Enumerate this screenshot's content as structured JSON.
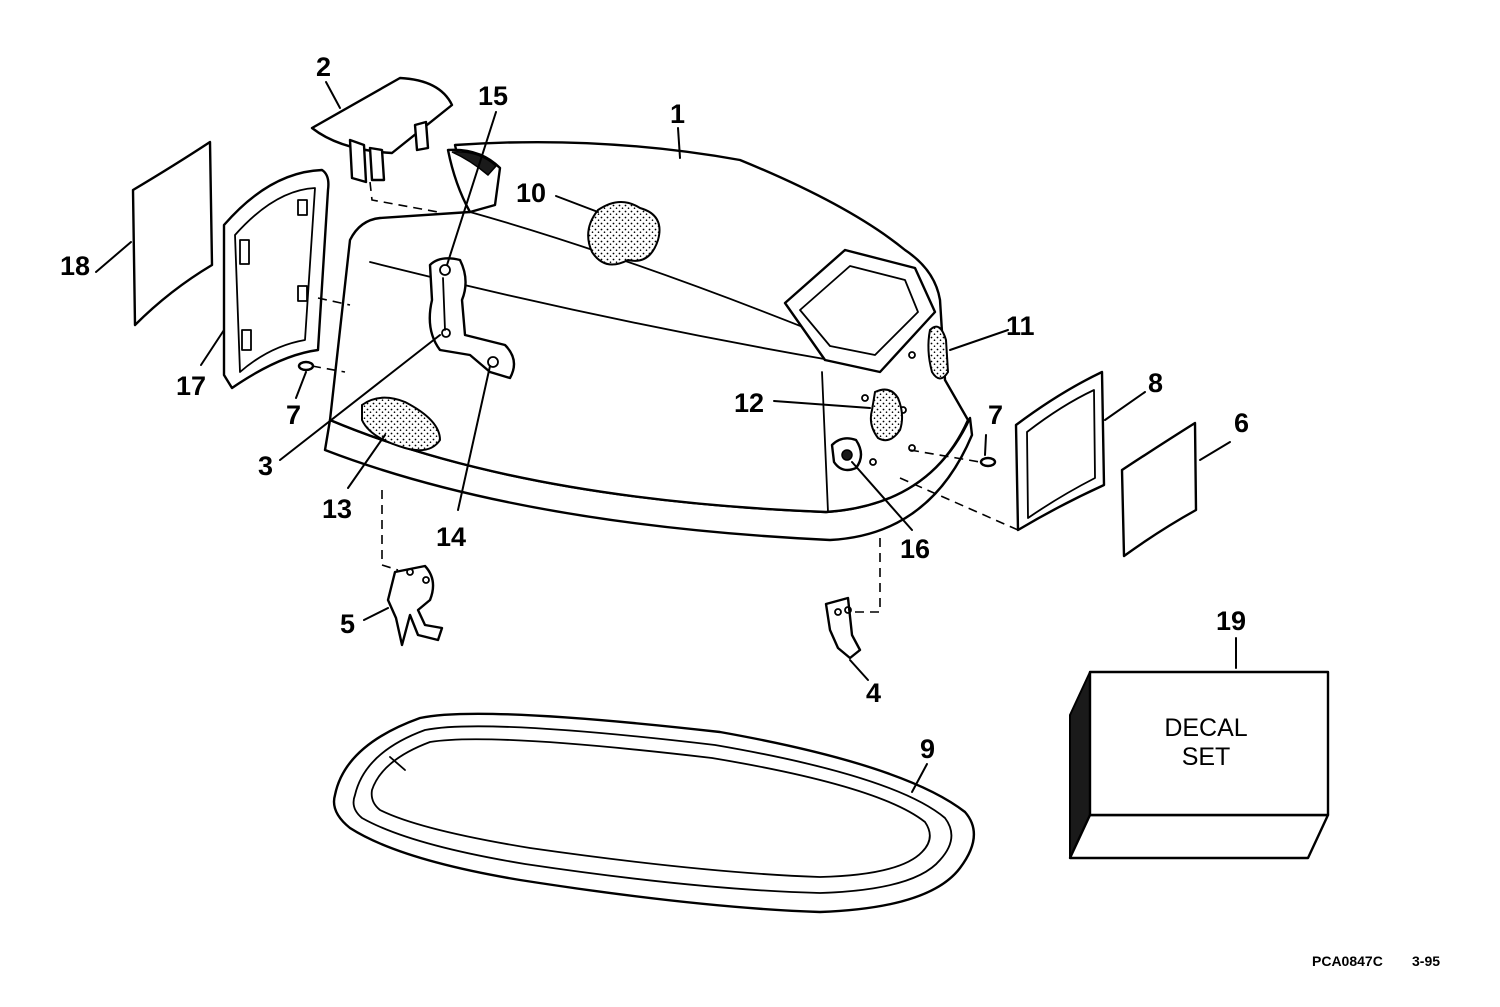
{
  "callouts": [
    "1",
    "2",
    "3",
    "4",
    "5",
    "6",
    "7",
    "7",
    "8",
    "9",
    "10",
    "11",
    "12",
    "13",
    "14",
    "15",
    "16",
    "17",
    "18",
    "19"
  ],
  "decal": {
    "line1": "DECAL",
    "line2": "SET"
  },
  "drawing_code": "PCA0847C",
  "drawing_date": "3-95"
}
